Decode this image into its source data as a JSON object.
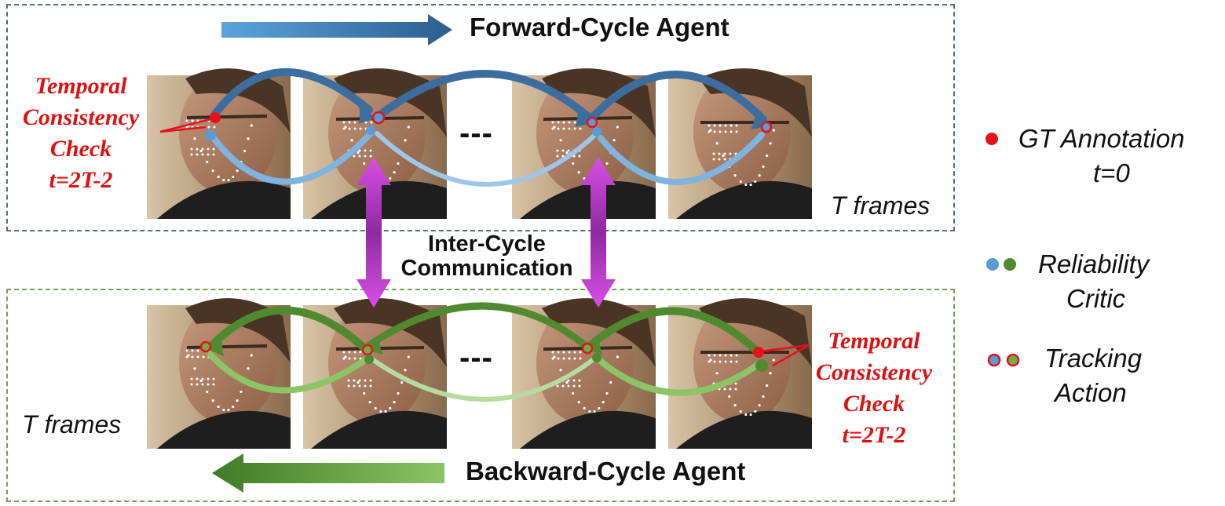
{
  "forward": {
    "title": "Forward-Cycle Agent",
    "frames_label": "T frames",
    "arrow_color": "#3b6e9f"
  },
  "backward": {
    "title": "Backward-Cycle Agent",
    "frames_label": "T frames",
    "arrow_color": "#4f8a2e"
  },
  "temporal_check": {
    "line1": "Temporal",
    "line2": "Consistency",
    "line3": "Check",
    "line4": "t=2T-2"
  },
  "communication": {
    "line1": "Inter-Cycle",
    "line2": "Communication",
    "color": "#c23fd0"
  },
  "ellipsis": "---",
  "legend": {
    "gt_line1": "GT Annotation",
    "gt_line2": "t=0",
    "critic_line1": "Reliability",
    "critic_line2": "Critic",
    "action_line1": "Tracking",
    "action_line2": "Action"
  },
  "colors": {
    "gt_red": "#e8101a",
    "critic_blue": "#5b9bd5",
    "critic_green": "#4f8a2e",
    "action_green": "#70ad47"
  }
}
